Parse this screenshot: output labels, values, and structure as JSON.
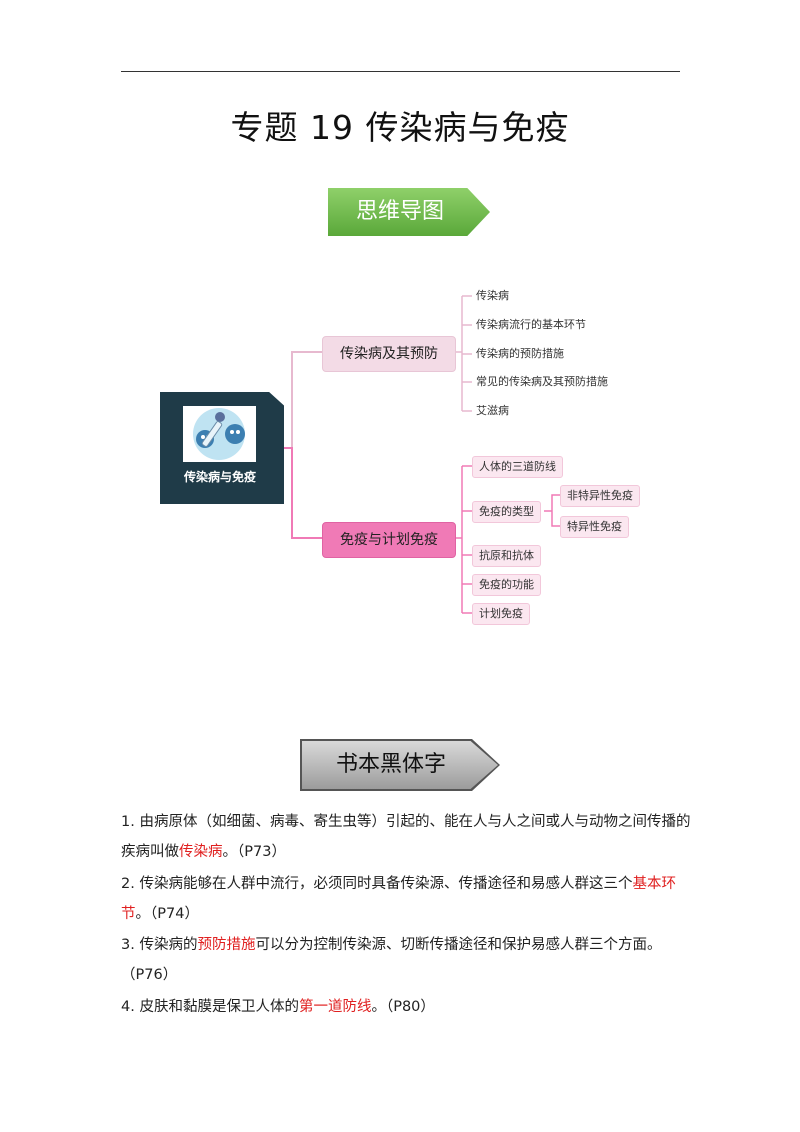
{
  "header": {
    "title": "专题 19  传染病与免疫"
  },
  "banners": {
    "mindmap": "思维导图",
    "keywords": "书本黑体字"
  },
  "mindmap": {
    "root": "传染病与免疫",
    "branch1": {
      "label": "传染病及其预防",
      "leaves": [
        "传染病",
        "传染病流行的基本环节",
        "传染病的预防措施",
        "常见的传染病及其预防措施",
        "艾滋病"
      ]
    },
    "branch2": {
      "label": "免疫与计划免疫",
      "leaves": [
        "人体的三道防线",
        "免疫的类型",
        "抗原和抗体",
        "免疫的功能",
        "计划免疫"
      ],
      "sub_leaves": [
        "非特异性免疫",
        "特异性免疫"
      ]
    }
  },
  "items": [
    {
      "pre": "1. 由病原体（如细菌、病毒、寄生虫等）引起的、能在人与人之间或人与动物之间传播的疾病叫做",
      "key": "传染病",
      "post": "。（P73）"
    },
    {
      "pre": "2. 传染病能够在人群中流行，必须同时具备传染源、传播途径和易感人群这三个",
      "key": "基本环节",
      "post": "。（P74）"
    },
    {
      "pre": "3. 传染病的",
      "key": "预防措施",
      "post": "可以分为控制传染源、切断传播途径和保护易感人群三个方面。（P76）"
    },
    {
      "pre": "4. 皮肤和黏膜是保卫人体的",
      "key": "第一道防线",
      "post": "。（P80）"
    }
  ],
  "colors": {
    "highlight": "#e02020",
    "root_bg": "#1f3b48",
    "branch2_bg": "#f07ab6",
    "branch1_bg": "#f3dbe6"
  },
  "icons": {
    "root_image": "virus-syringe-icon"
  }
}
